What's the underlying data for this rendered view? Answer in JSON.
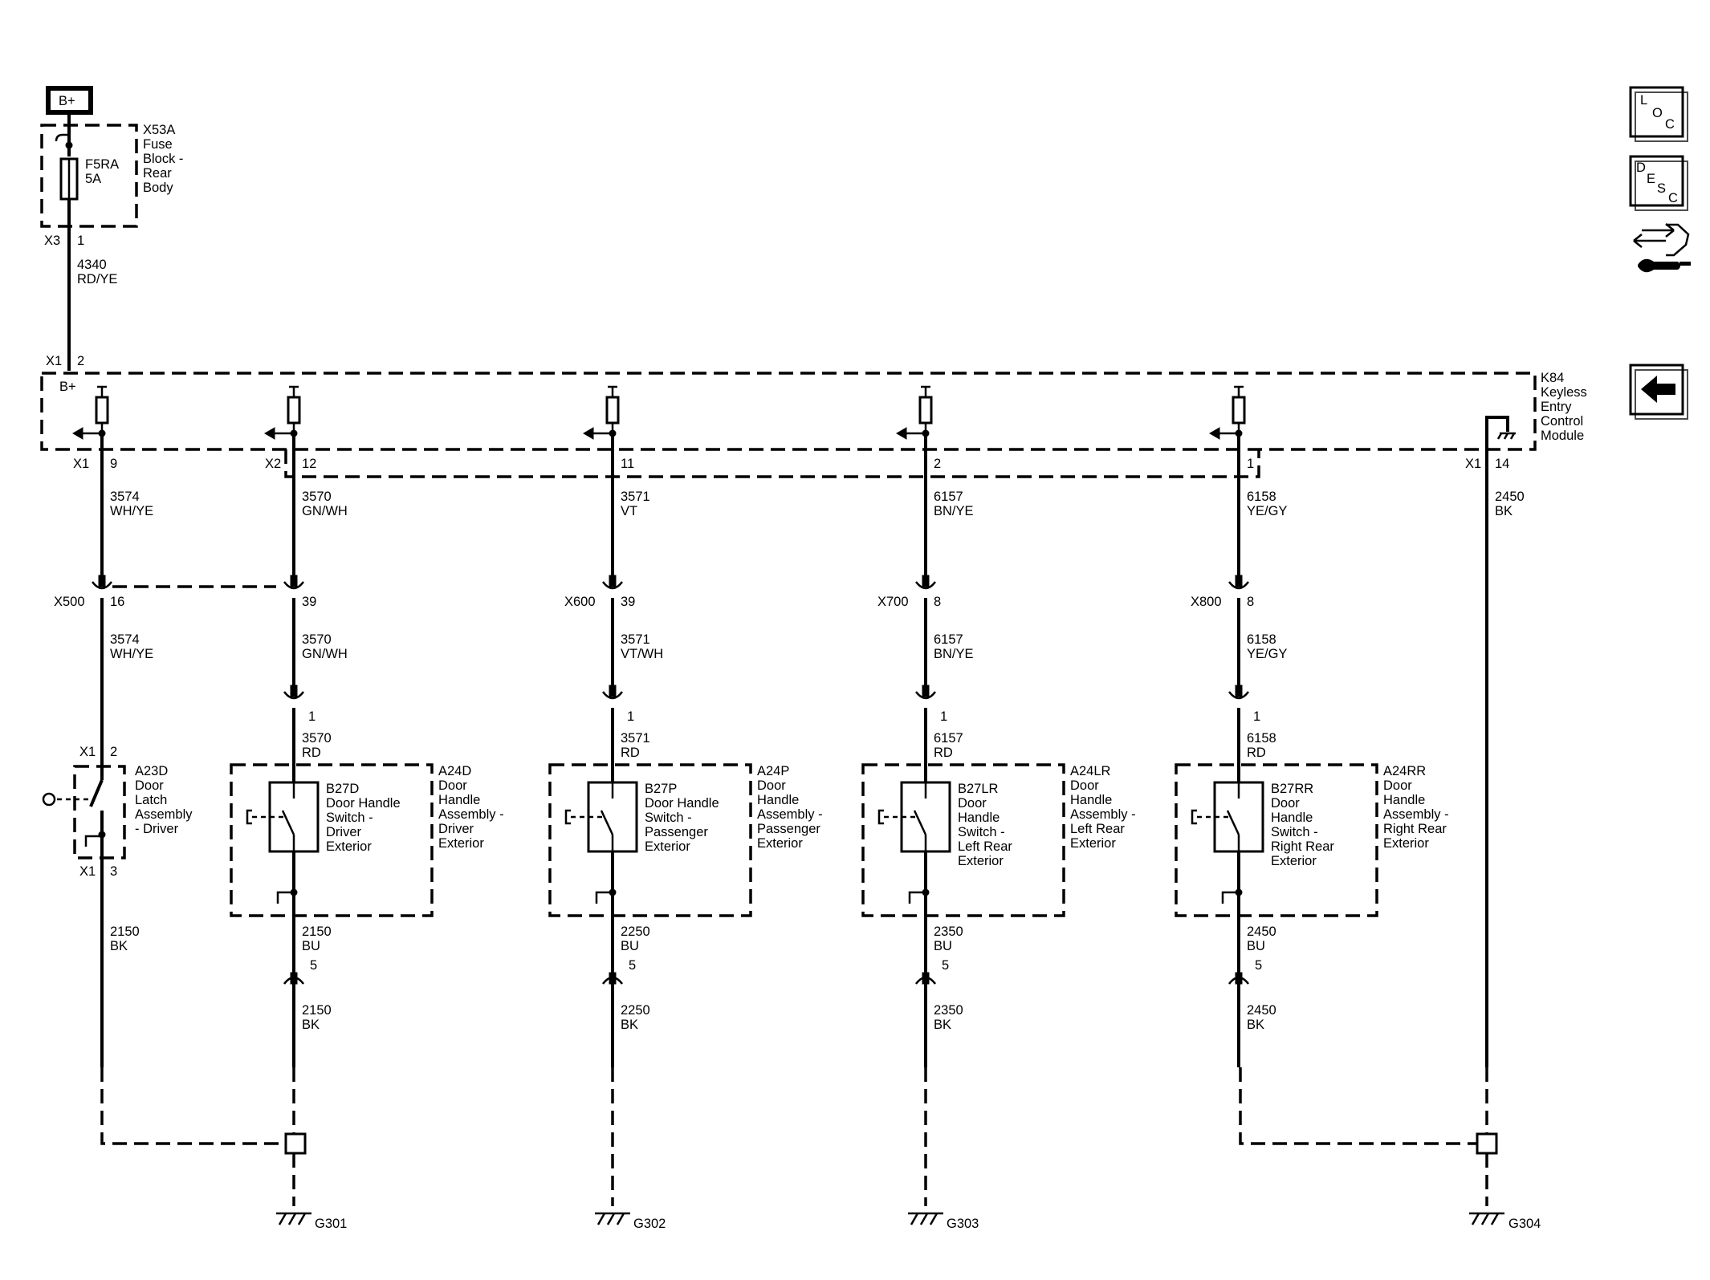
{
  "battery": {
    "label": "B+"
  },
  "fuse_block": {
    "ref": "X53A",
    "name_lines": [
      "Fuse",
      "Block -",
      "Rear",
      "Body"
    ],
    "fuse_ref": "F5RA",
    "fuse_rating": "5A",
    "connector": "X3",
    "pin": "1"
  },
  "feed_wire": {
    "circuit": "4340",
    "color": "RD/YE"
  },
  "module": {
    "ref": "K84",
    "name_lines": [
      "Keyless",
      "Entry",
      "Control",
      "Module"
    ],
    "input_label": "B+",
    "input_connector": "X1",
    "input_pin": "2",
    "ground_connector": "X1",
    "ground_pin": "14"
  },
  "channels": [
    {
      "conn": "X1",
      "pin": "9",
      "circuit": "3574",
      "color": "WH/YE",
      "inline_conn": "X500",
      "inline_pin": "16",
      "circuit2": "3574",
      "color2": "WH/YE",
      "ground": ""
    },
    {
      "conn": "X2",
      "pin": "12",
      "circuit": "3570",
      "color": "GN/WH",
      "inline_conn": "",
      "inline_pin": "39",
      "circuit2": "3570",
      "color2": "GN/WH",
      "dev_pin": "1",
      "circuit3": "3570",
      "color3": "RD",
      "switch_ref": "B27D",
      "switch_lines": [
        "Door Handle",
        "Switch -",
        "Driver",
        "Exterior"
      ],
      "assy_ref": "A24D",
      "assy_lines": [
        "Door",
        "Handle",
        "Assembly -",
        "Driver",
        "Exterior"
      ],
      "out_circuit": "2150",
      "out_color": "BU",
      "out_pin": "5",
      "gnd_circuit": "2150",
      "gnd_color": "BK",
      "ground": "G301"
    },
    {
      "conn": "",
      "pin": "11",
      "circuit": "3571",
      "color": "VT",
      "inline_conn": "X600",
      "inline_pin": "39",
      "circuit2": "3571",
      "color2": "VT/WH",
      "dev_pin": "1",
      "circuit3": "3571",
      "color3": "RD",
      "switch_ref": "B27P",
      "switch_lines": [
        "Door Handle",
        "Switch -",
        "Passenger",
        "Exterior"
      ],
      "assy_ref": "A24P",
      "assy_lines": [
        "Door",
        "Handle",
        "Assembly -",
        "Passenger",
        "Exterior"
      ],
      "out_circuit": "2250",
      "out_color": "BU",
      "out_pin": "5",
      "gnd_circuit": "2250",
      "gnd_color": "BK",
      "ground": "G302"
    },
    {
      "conn": "",
      "pin": "2",
      "circuit": "6157",
      "color": "BN/YE",
      "inline_conn": "X700",
      "inline_pin": "8",
      "circuit2": "6157",
      "color2": "BN/YE",
      "dev_pin": "1",
      "circuit3": "6157",
      "color3": "RD",
      "switch_ref": "B27LR",
      "switch_lines": [
        "Door",
        "Handle",
        "Switch -",
        "Left Rear",
        "Exterior"
      ],
      "assy_ref": "A24LR",
      "assy_lines": [
        "Door",
        "Handle",
        "Assembly -",
        "Left Rear",
        "Exterior"
      ],
      "out_circuit": "2350",
      "out_color": "BU",
      "out_pin": "5",
      "gnd_circuit": "2350",
      "gnd_color": "BK",
      "ground": "G303"
    },
    {
      "conn": "",
      "pin": "1",
      "circuit": "6158",
      "color": "YE/GY",
      "inline_conn": "X800",
      "inline_pin": "8",
      "circuit2": "6158",
      "color2": "YE/GY",
      "dev_pin": "1",
      "circuit3": "6158",
      "color3": "RD",
      "switch_ref": "B27RR",
      "switch_lines": [
        "Door",
        "Handle",
        "Switch -",
        "Right Rear",
        "Exterior"
      ],
      "assy_ref": "A24RR",
      "assy_lines": [
        "Door",
        "Handle",
        "Assembly -",
        "Right Rear",
        "Exterior"
      ],
      "out_circuit": "2450",
      "out_color": "BU",
      "out_pin": "5",
      "gnd_circuit": "2450",
      "gnd_color": "BK",
      "ground": ""
    }
  ],
  "latch": {
    "ref": "A23D",
    "name_lines": [
      "Door",
      "Latch",
      "Assembly",
      "- Driver"
    ],
    "in_conn": "X1",
    "in_pin": "2",
    "out_conn": "X1",
    "out_pin": "3",
    "out_circuit": "2150",
    "out_color": "BK"
  },
  "module_ground_wire": {
    "circuit": "2450",
    "color": "BK",
    "ground": "G304"
  },
  "nav": {
    "loc_letters": [
      "L",
      "O",
      "C"
    ],
    "desc_letters": [
      "D",
      "E",
      "S",
      "C"
    ]
  }
}
